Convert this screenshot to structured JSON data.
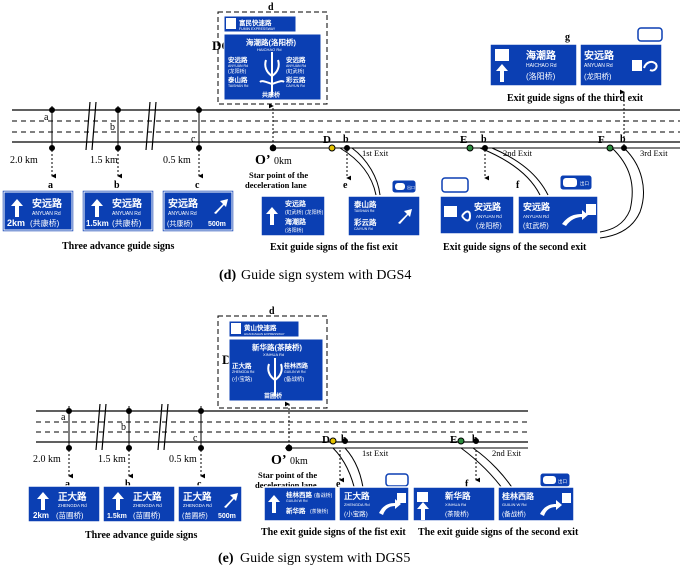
{
  "panel_d": {
    "title": "DGS4",
    "distances": [
      "2.0 km",
      "1.5 km",
      "0.5 km"
    ],
    "origin_label": "O’",
    "origin_km": "0km",
    "origin_caption": [
      "Star point of the",
      "deceleration lane"
    ],
    "point_letters": [
      "a",
      "b",
      "c",
      "d",
      "e",
      "f",
      "g"
    ],
    "merge_letters": [
      "D",
      "E",
      "F"
    ],
    "exits": [
      "1st Exit",
      "2nd Exit",
      "3rd Exit"
    ],
    "group_captions": [
      "Three advance guide signs",
      "Exit guide signs of the fist exit",
      "Exit guide signs of the second exit",
      "Exit guide signs of the third exit"
    ],
    "caption_label": "(d)",
    "caption_text": "Guide sign system with DGS4",
    "signs": {
      "advance_a": {
        "name": "安远路",
        "en": "ANYUAN Rd",
        "dist": "2km",
        "note": "(共康桥)"
      },
      "advance_b": {
        "name": "安远路",
        "en": "ANYUAN Rd",
        "dist": "1.5km",
        "note": "(共康桥)"
      },
      "advance_c": {
        "name": "安远路",
        "en": "ANYUAN Rd",
        "note": "(共康桥)",
        "dist": "500m"
      },
      "overhead_d": {
        "expressway": "富民快速路",
        "expressway_en": "FUMIN EXPRESSWAY",
        "top": "海潮路(洛阳桥)",
        "top_en": "HAICHAO Rd",
        "left1": "安远路",
        "left1_en": "ANYUAN Rd",
        "left1_note": "(龙阳桥)",
        "left2": "泰山路",
        "left2_en": "TAISHAN Rd",
        "right1": "安远路",
        "right1_en": "ANYUAN Rd",
        "right1_note": "(虹武桥)",
        "right2": "彩云路",
        "right2_en": "CAIYUN Rd",
        "bottom": "共康桥"
      },
      "exit_e1": {
        "l1": "安远路",
        "l1b": "(虹武桥)",
        "l1c": "(龙阳桥)",
        "l2": "海潮路",
        "l2b": "(洛阳桥)"
      },
      "exit_e2": {
        "l1": "泰山路",
        "l1_en": "TAISHAN Rd",
        "l2": "彩云路",
        "l2_en": "CAIYUN Rd"
      },
      "exit_f1": {
        "name": "安远路",
        "en": "ANYUAN Rd",
        "note": "(龙阳桥)"
      },
      "exit_f2": {
        "name": "安远路",
        "en": "ANYUAN Rd",
        "note": "(虹武桥)"
      },
      "exit_g1": {
        "name": "海潮路",
        "en": "HAICHAO Rd",
        "note": "(洛阳桥)"
      },
      "exit_g2": {
        "name": "安远路",
        "en": "ANYUAN Rd",
        "note": "(龙阳桥)"
      },
      "exit_plate": "出口"
    }
  },
  "panel_e": {
    "title": "DGS5",
    "distances": [
      "2.0 km",
      "1.5 km",
      "0.5 km"
    ],
    "origin_label": "O’",
    "origin_km": "0km",
    "origin_caption": [
      "Star point of the",
      "deceleration lane"
    ],
    "point_letters": [
      "a",
      "b",
      "c",
      "d",
      "e",
      "f"
    ],
    "merge_letters": [
      "D",
      "E"
    ],
    "exits": [
      "1st Exit",
      "2nd Exit"
    ],
    "group_captions": [
      "Three advance guide signs",
      "The  exit guide signs of the fist exit",
      "The exit guide signs of the second exit"
    ],
    "caption_label": "(e)",
    "caption_text": "Guide sign system with DGS5",
    "signs": {
      "advance_a": {
        "name": "正大路",
        "en": "ZHENGDA Rd",
        "dist": "2km",
        "note": "(苗圃桥)"
      },
      "advance_b": {
        "name": "正大路",
        "en": "ZHENGDA Rd",
        "dist": "1.5km",
        "note": "(苗圃桥)"
      },
      "advance_c": {
        "name": "正大路",
        "en": "ZHENGDA Rd",
        "note": "(苗圃桥)",
        "dist": "500m"
      },
      "overhead_d": {
        "expressway": "黄山快速路",
        "expressway_en": "HUANGSHAN EXPRESSWAY",
        "top": "新华路(茶陵桥)",
        "top_en": "XINHUA Rd",
        "left1": "正大路",
        "left1_en": "ZHENGDA Rd",
        "left1_note": "(小宝路)",
        "right1": "桂林西路",
        "right1_en": "GUILIN W Rd",
        "right1_note": "(备战桥)",
        "bottom": "苗圃桥"
      },
      "exit_e1": {
        "l1": "桂林西路",
        "l1b": "(备战桥)",
        "l1_en": "GUILIN W Rd",
        "l2": "新华路",
        "l2b": "(茶陵桥)"
      },
      "exit_e2": {
        "name": "正大路",
        "en": "ZHENGDA Rd",
        "note": "(小宝路)"
      },
      "exit_f1": {
        "name": "新华路",
        "en": "XINHUA Rd",
        "note": "(茶陵桥)"
      },
      "exit_f2": {
        "name": "桂林西路",
        "en": "GUILIN W Rd",
        "note": "(备战桥)"
      },
      "exit_plate": "出口"
    }
  },
  "colors": {
    "sign_blue": "#0b3fb3",
    "sign_border": "#ffffff",
    "road_line": "#000000",
    "dot_yellow": "#e5c300",
    "dot_green": "#2a8a3c"
  }
}
